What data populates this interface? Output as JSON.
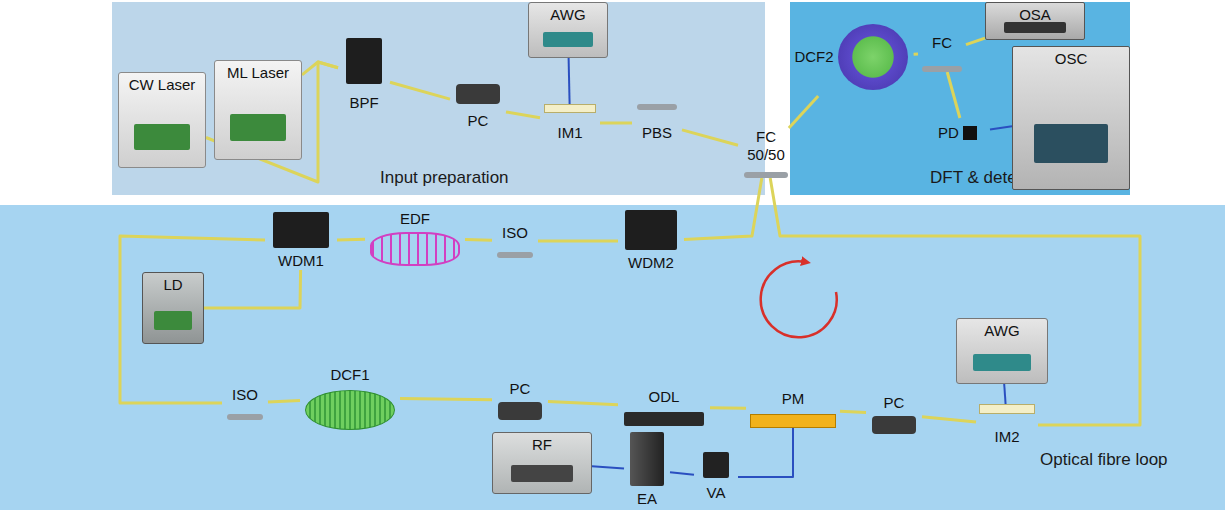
{
  "diagram": {
    "nodes": [
      {
        "text": [
          "Input preparation"
        ]
      },
      {
        "text": [
          "CW Laser"
        ],
        "in": 0
      },
      {
        "text": [
          "ML Laser"
        ],
        "in": 0
      },
      {
        "text": [
          "BPF"
        ],
        "in": 0
      },
      {
        "text": [
          "PC"
        ],
        "in": 0
      },
      {
        "text": [
          "AWG"
        ],
        "in": 0
      },
      {
        "text": [
          "IM1"
        ],
        "in": 0
      },
      {
        "text": [
          "PBS"
        ],
        "in": 0
      },
      {
        "text": [
          "DFT & detection"
        ]
      },
      {
        "text": [
          "DCF2"
        ],
        "in": 8
      },
      {
        "text": [
          "FC"
        ],
        "in": 8
      },
      {
        "text": [
          "OSA"
        ],
        "in": 8
      },
      {
        "text": [
          "OSC"
        ],
        "in": 8
      },
      {
        "text": [
          "PD"
        ],
        "in": 8
      },
      {
        "text": [
          "Optical fibre loop"
        ]
      },
      {
        "text": [
          "FC 50/50"
        ]
      },
      {
        "text": [
          "WDM1"
        ],
        "in": 14
      },
      {
        "text": [
          "EDF"
        ],
        "in": 14
      },
      {
        "text": [
          "ISO"
        ],
        "in": 14
      },
      {
        "text": [
          "WDM2"
        ],
        "in": 14
      },
      {
        "text": [
          "LD"
        ],
        "in": 14
      },
      {
        "text": [
          "ISO"
        ],
        "in": 14
      },
      {
        "text": [
          "DCF1"
        ],
        "in": 14
      },
      {
        "text": [
          "PC"
        ],
        "in": 14
      },
      {
        "text": [
          "RF"
        ],
        "in": 14
      },
      {
        "text": [
          "ODL"
        ],
        "in": 14
      },
      {
        "text": [
          "EA"
        ],
        "in": 14
      },
      {
        "text": [
          "VA"
        ],
        "in": 14
      },
      {
        "text": [
          "PM"
        ],
        "in": 14
      },
      {
        "text": [
          "PC"
        ],
        "in": 14
      },
      {
        "text": [
          "AWG"
        ],
        "in": 14
      },
      {
        "text": [
          "IM2"
        ],
        "in": 14
      }
    ],
    "edges": [
      {
        "from": 1,
        "to": 3,
        "arrow": "none"
      },
      {
        "from": 2,
        "to": 3,
        "arrow": "none"
      },
      {
        "from": 3,
        "to": 4,
        "arrow": "none"
      },
      {
        "from": 4,
        "to": 6,
        "arrow": "none"
      },
      {
        "from": 5,
        "to": 6,
        "arrow": "none"
      },
      {
        "from": 6,
        "to": 7,
        "arrow": "none"
      },
      {
        "from": 7,
        "to": 15,
        "arrow": "none"
      },
      {
        "from": 15,
        "to": 9,
        "arrow": "none"
      },
      {
        "from": 9,
        "to": 10,
        "arrow": "none"
      },
      {
        "from": 10,
        "to": 11,
        "arrow": "none"
      },
      {
        "from": 10,
        "to": 13,
        "arrow": "none"
      },
      {
        "from": 13,
        "to": 12,
        "arrow": "none"
      },
      {
        "from": 15,
        "to": 19,
        "arrow": "none"
      },
      {
        "from": 19,
        "to": 18,
        "arrow": "none"
      },
      {
        "from": 18,
        "to": 17,
        "arrow": "none"
      },
      {
        "from": 17,
        "to": 16,
        "arrow": "none"
      },
      {
        "from": 20,
        "to": 16,
        "arrow": "none"
      },
      {
        "from": 16,
        "to": 21,
        "arrow": "none"
      },
      {
        "from": 21,
        "to": 22,
        "arrow": "none"
      },
      {
        "from": 22,
        "to": 23,
        "arrow": "none"
      },
      {
        "from": 23,
        "to": 25,
        "arrow": "none"
      },
      {
        "from": 25,
        "to": 28,
        "arrow": "none"
      },
      {
        "from": 28,
        "to": 29,
        "arrow": "none"
      },
      {
        "from": 29,
        "to": 31,
        "arrow": "none"
      },
      {
        "from": 31,
        "to": 15,
        "arrow": "none"
      },
      {
        "from": 30,
        "to": 31,
        "arrow": "none"
      },
      {
        "from": 24,
        "to": 26,
        "arrow": "none"
      },
      {
        "from": 26,
        "to": 27,
        "arrow": "none"
      },
      {
        "from": 27,
        "to": 28,
        "arrow": "none"
      }
    ]
  }
}
